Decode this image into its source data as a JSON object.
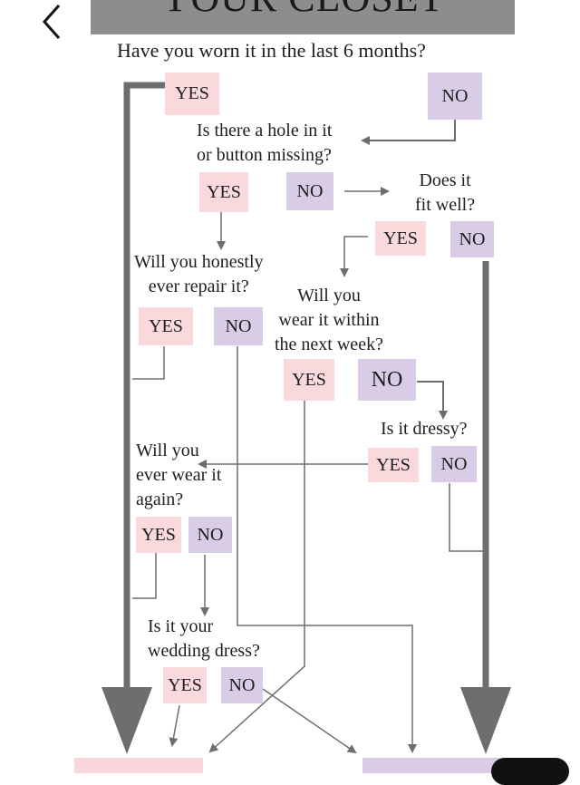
{
  "title": "YOUR CLOSET",
  "labels": {
    "q1": "Have you worn it in the last 6 months?",
    "q2": "Is there a hole in it\nor button missing?",
    "q3": "Does it\nfit well?",
    "q4": "Will you honestly\never repair it?",
    "q5": "Will you\nwear it within\nthe next week?",
    "q6": "Is it dressy?",
    "q7": "Will you\never wear it\nagain?",
    "q8": "Is it your\nwedding dress?"
  },
  "answers": {
    "yes": "YES",
    "no": "NO"
  },
  "colors": {
    "yes": "#f9d9dc",
    "no": "#d9cce6",
    "line": "#6e6e6e",
    "title_bar": "#8f8c8f"
  },
  "icons": {
    "back": "chevron-left-icon"
  }
}
